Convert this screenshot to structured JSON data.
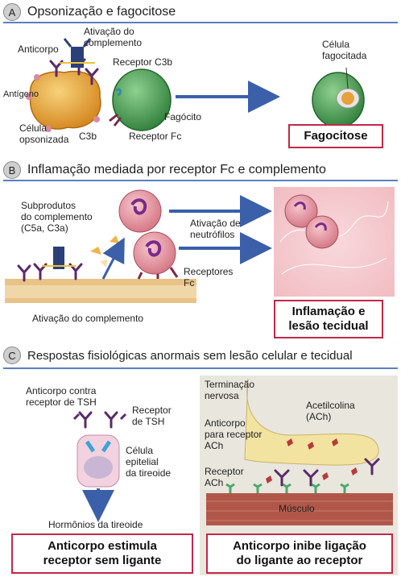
{
  "sectionA": {
    "badge": "A",
    "title": "Opsonização e fagocitose",
    "labels": {
      "anticorpo": "Anticorpo",
      "ativacao_complemento": "Ativação do\ncomplemento",
      "receptor_c3b": "Receptor C3b",
      "antigeno": "Antígeno",
      "celula_opsonizada": "Célula\nopsonizada",
      "c3b": "C3b",
      "receptor_fc": "Receptor Fc",
      "fagocito": "Fagócito",
      "celula_fagocitada": "Célula\nfagocitada"
    },
    "result": "Fagocitose"
  },
  "sectionB": {
    "badge": "B",
    "title": "Inflamação mediada por receptor Fc e complemento",
    "labels": {
      "subprodutos": "Subprodutos\ndo complemento\n(C5a, C3a)",
      "ativacao_neutrofilos": "Ativação de\nneutrófilos",
      "receptores_fc": "Receptores\nFc",
      "ativacao_complemento": "Ativação do complemento"
    },
    "result": "Inflamação e\nlesão tecidual"
  },
  "sectionC": {
    "badge": "C",
    "title": "Respostas fisiológicas anormais sem lesão celular e tecidual",
    "left": {
      "anticorpo_tsh": "Anticorpo contra\nreceptor de TSH",
      "receptor_tsh": "Receptor\nde TSH",
      "celula_epitelial": "Célula\nepitelial\nda tireoide",
      "hormonios": "Hormônios da tireoide",
      "result": "Anticorpo estimula\nreceptor sem ligante"
    },
    "right": {
      "terminacao": "Terminação\nnervosa",
      "acetilcolina": "Acetilcolina\n(ACh)",
      "anticorpo_ach": "Anticorpo\npara receptor\nACh",
      "receptor_ach": "Receptor\nACh",
      "musculo": "Músculo",
      "result": "Anticorpo inibe ligação\ndo ligante ao receptor"
    }
  },
  "colors": {
    "header_rule": "#5b7fbf",
    "box_border": "#c0284a",
    "arrow_blue": "#3b5fa8",
    "phagocyte_green": "#3f9a4a",
    "opsonized_orange": "#e8a03a",
    "neutrophil_pink": "#e59aa6",
    "antibody_purple": "#5a2a6a",
    "muscle_red": "#b0574a",
    "nerve_yellow": "#f3e3a0"
  }
}
